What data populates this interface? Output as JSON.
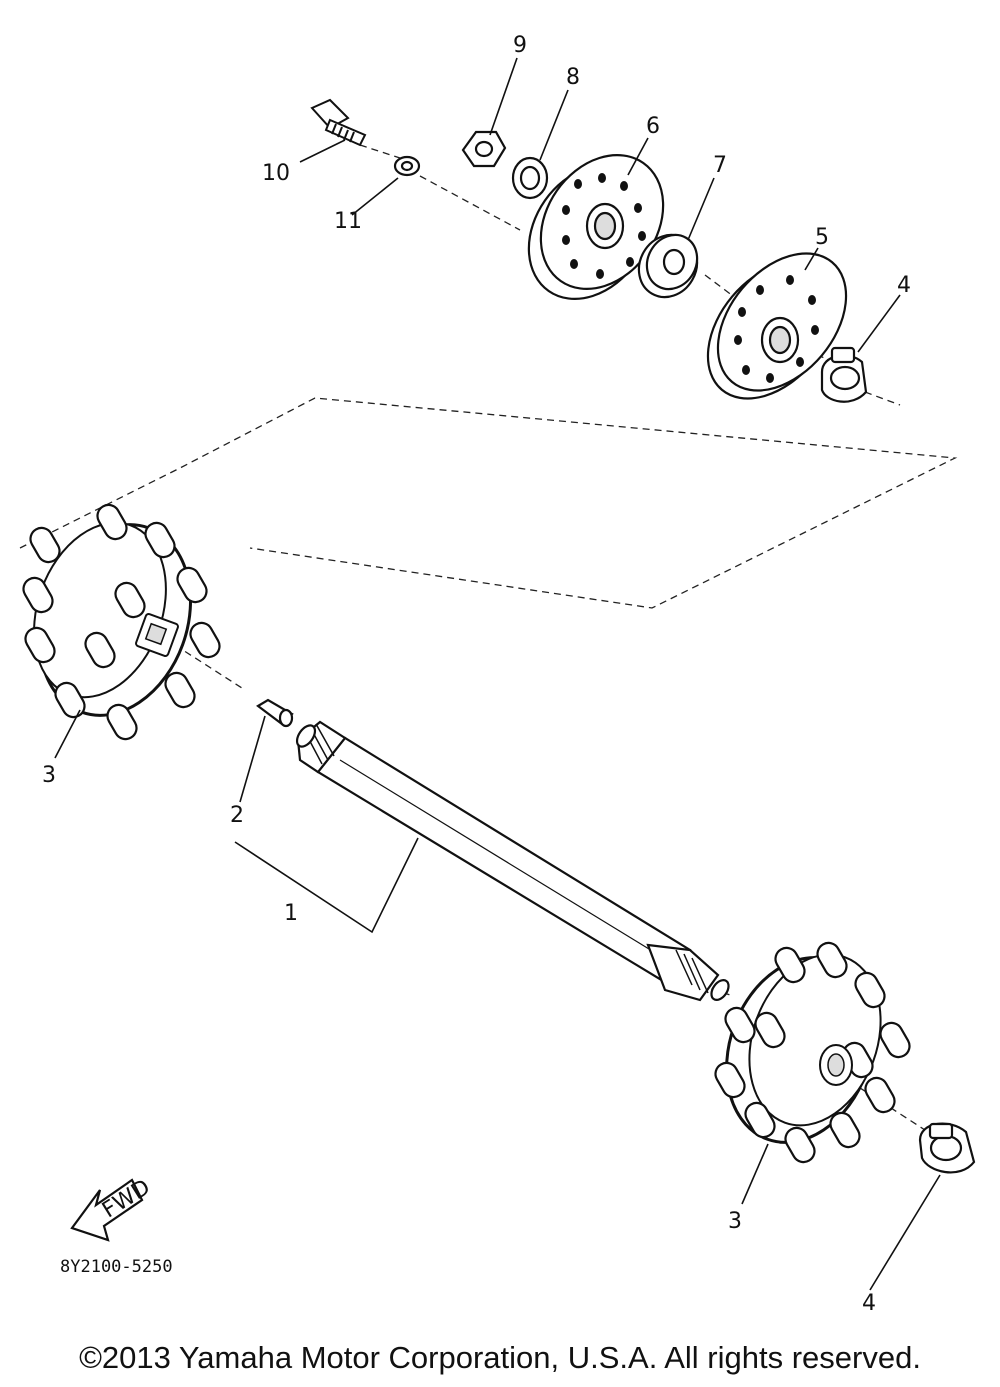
{
  "diagram": {
    "parts_diagram_code": "8Y2100-5250",
    "direction_arrow_label": "FWD",
    "callouts": {
      "c1": "1",
      "c2": "2",
      "c3a": "3",
      "c3b": "3",
      "c4a": "4",
      "c4b": "4",
      "c5": "5",
      "c6": "6",
      "c7": "7",
      "c8": "8",
      "c9": "9",
      "c10": "10",
      "c11": "11"
    }
  },
  "footer": {
    "copyright": "©2013 Yamaha Motor Corporation, U.S.A. All rights reserved."
  }
}
